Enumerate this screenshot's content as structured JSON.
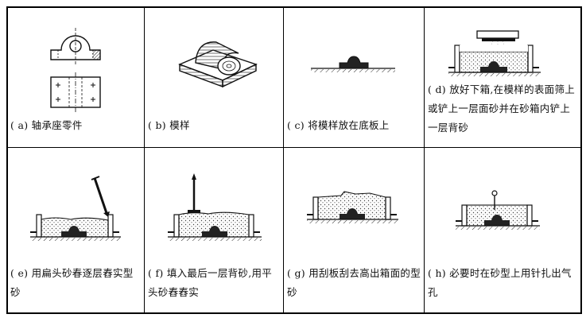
{
  "table": {
    "rows": [
      {
        "cells": [
          {
            "id": "a",
            "caption": "( a)  轴承座零件"
          },
          {
            "id": "b",
            "caption": "( b)  模样"
          },
          {
            "id": "c",
            "caption": "( c)  将模样放在底板上"
          },
          {
            "id": "d",
            "caption": "( d)  放好下箱,在模样的表面筛上或铲上一层面砂并在砂箱内铲上一层背砂"
          }
        ]
      },
      {
        "cells": [
          {
            "id": "e",
            "caption": "( e)  用扁头砂春逐层舂实型砂"
          },
          {
            "id": "f",
            "caption": "( f)  填入最后一层背砂,用平头砂舂舂实"
          },
          {
            "id": "g",
            "caption": "( g)  用刮板刮去高出箱面的型砂"
          },
          {
            "id": "h",
            "caption": "( h)  必要时在砂型上用针扎出气孔"
          }
        ]
      }
    ]
  }
}
